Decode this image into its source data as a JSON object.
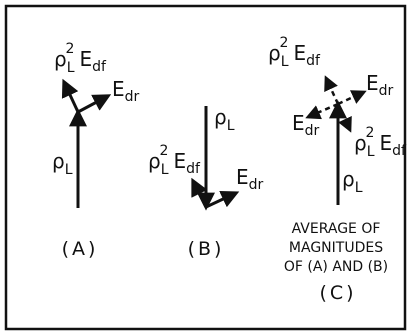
{
  "panels": {
    "a": {
      "rho": "ρ",
      "rho_sub": "L",
      "rho_sq_sub": "L",
      "sq": "2",
      "e": "E",
      "df": "df",
      "dr": "dr",
      "caption": "(A)"
    },
    "b": {
      "rho": "ρ",
      "rho_sub": "L",
      "rho_sq_sub": "L",
      "sq": "2",
      "e": "E",
      "df": "df",
      "dr": "dr",
      "caption": "(B)"
    },
    "c": {
      "rho": "ρ",
      "rho_sub": "L",
      "sq": "2",
      "e": "E",
      "df": "df",
      "dr": "dr",
      "caption_lines": [
        "AVERAGE OF",
        "MAGNITUDES",
        "OF (A) AND (B)"
      ],
      "caption": "(C)"
    }
  },
  "colors": {
    "ink": "#111111",
    "background": "#ffffff",
    "border": "#111111"
  }
}
